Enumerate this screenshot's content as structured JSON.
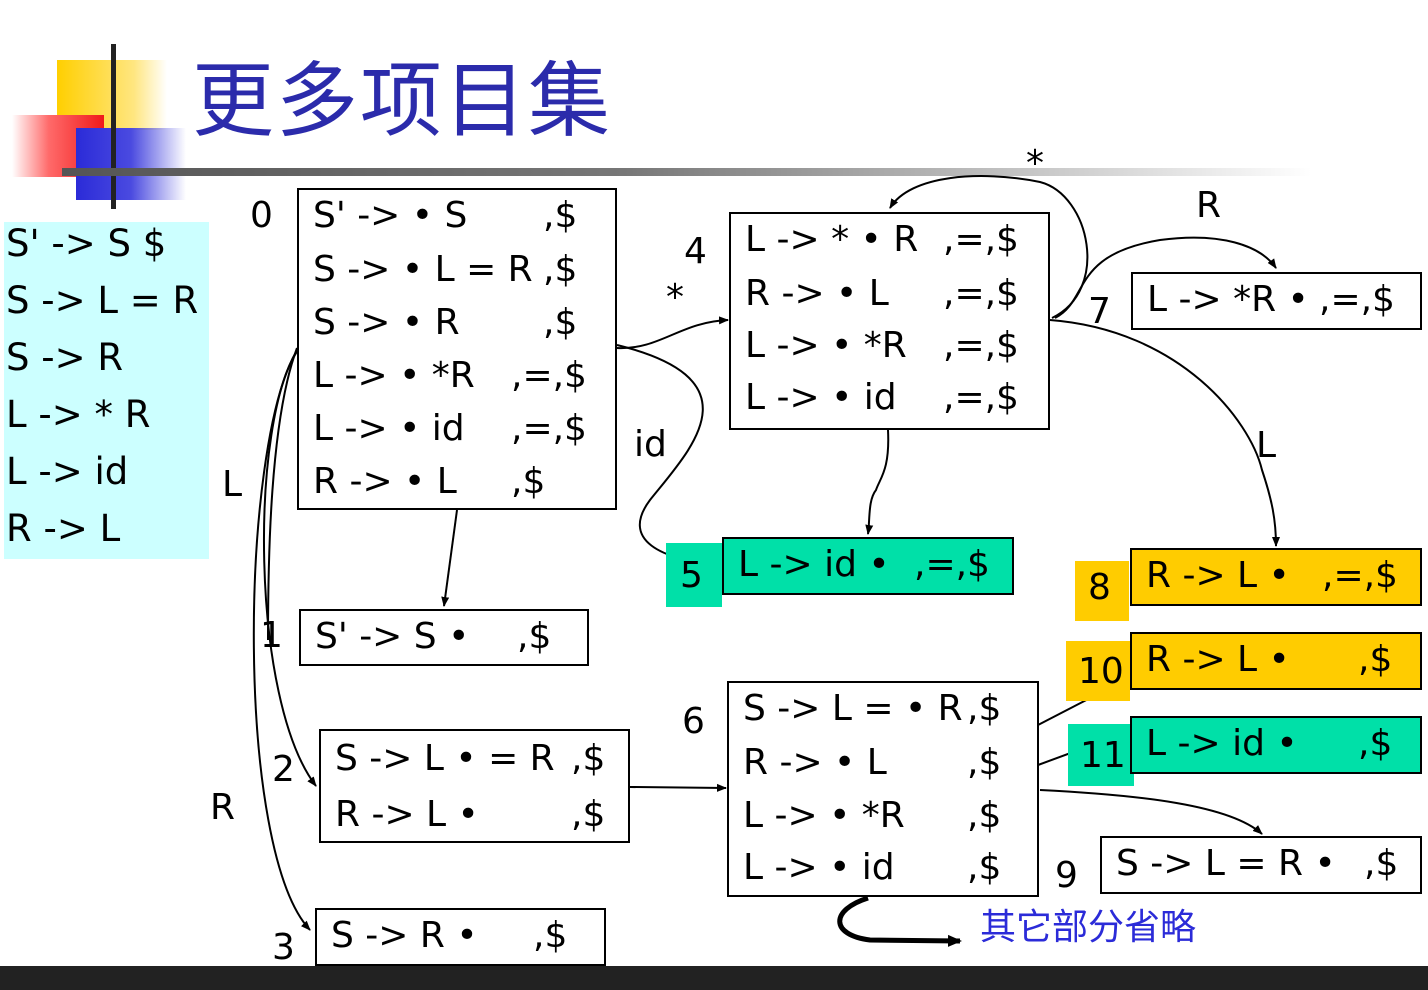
{
  "title": "更多项目集",
  "grammar": [
    "S' -> S $",
    "S ->  L = R",
    "S ->  R",
    "L ->  * R",
    "L ->  id",
    "R ->  L"
  ],
  "states": {
    "s0": {
      "num": "0",
      "items": [
        "S' -> • S",
        "S -> • L = R",
        "S -> • R",
        "L -> • *R",
        "L -> • id",
        "R -> • L"
      ],
      "la": [
        ",$",
        ",$",
        ",$",
        ",=,$",
        ",=,$",
        ",$"
      ]
    },
    "s1": {
      "num": "1",
      "items": [
        "S' -> S •"
      ],
      "la": [
        ",$"
      ]
    },
    "s2": {
      "num": "2",
      "items": [
        "S -> L • = R",
        "R -> L •"
      ],
      "la": [
        ",$",
        ",$"
      ]
    },
    "s3": {
      "num": "3",
      "items": [
        "S -> R •"
      ],
      "la": [
        ",$"
      ]
    },
    "s4": {
      "num": "4",
      "items": [
        "L -> * • R",
        "R -> • L",
        "L -> • *R",
        "L -> • id"
      ],
      "la": [
        ",=,$",
        ",=,$",
        ",=,$",
        ",=,$"
      ]
    },
    "s5": {
      "num": "5",
      "items": [
        "L -> id •"
      ],
      "la": [
        ",=,$"
      ]
    },
    "s6": {
      "num": "6",
      "items": [
        "S -> L = • R",
        "R -> • L",
        "L -> • *R",
        "L -> • id"
      ],
      "la": [
        ",$",
        ",$",
        ",$",
        ",$"
      ]
    },
    "s7": {
      "num": "7",
      "items": [
        "L -> *R •"
      ],
      "la": [
        ",=,$"
      ]
    },
    "s8": {
      "num": "8",
      "items": [
        "R -> L •"
      ],
      "la": [
        ",=,$"
      ]
    },
    "s9": {
      "num": "9",
      "items": [
        "S -> L = R •"
      ],
      "la": [
        ",$"
      ]
    },
    "s10": {
      "num": "10",
      "items": [
        "R -> L •"
      ],
      "la": [
        ",$"
      ]
    },
    "s11": {
      "num": "11",
      "items": [
        "L -> id •"
      ],
      "la": [
        ",$"
      ]
    }
  },
  "edge_labels": {
    "l_0_2": "L",
    "r_0_3": "R",
    "star_0_4": "*",
    "id_0_5": "id",
    "star_4_4": "*",
    "r_4_7": "R",
    "l_4_8": "L"
  },
  "note": "其它部分省略",
  "colors": {
    "title": "#2b2bab",
    "grammar_bg": "#ccffff",
    "green": "#00e0a8",
    "yellow": "#ffcc00",
    "note": "#2b2bd8"
  }
}
